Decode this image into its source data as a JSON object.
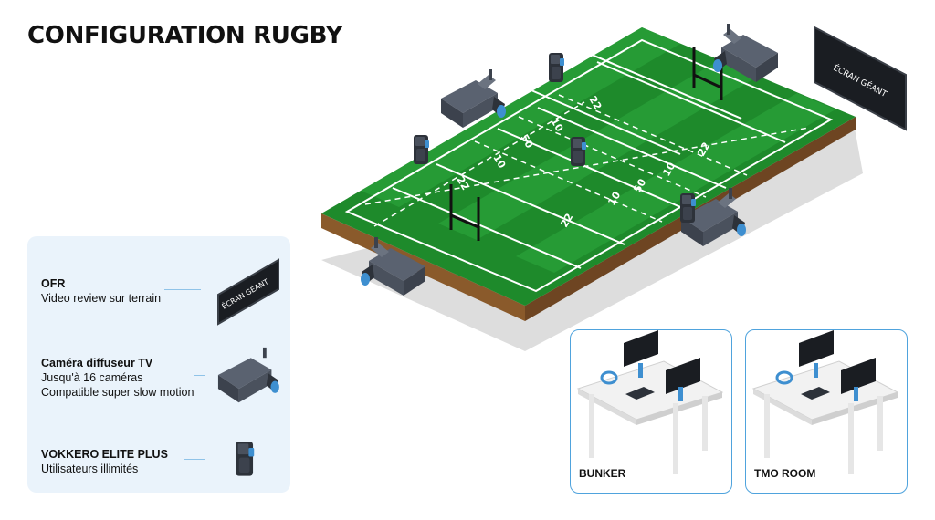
{
  "title": "CONFIGURATION RUGBY",
  "giant_screen_label": "ÉCRAN GÉANT",
  "field_markings": {
    "near_side": [
      "22",
      "10",
      "50",
      "10",
      "22"
    ],
    "far_side": [
      "22",
      "10",
      "50",
      "10",
      "22"
    ]
  },
  "legend": [
    {
      "title": "OFR",
      "lines": [
        "Video review sur terrain"
      ],
      "icon": "giant-screen-icon"
    },
    {
      "title": "Caméra diffuseur TV",
      "lines": [
        "Jusqu'à 16 caméras",
        "Compatible super slow motion"
      ],
      "icon": "tv-camera-icon"
    },
    {
      "title": "VOKKERO ELITE PLUS",
      "lines": [
        "Utilisateurs illimités"
      ],
      "icon": "radio-device-icon"
    }
  ],
  "rooms": [
    {
      "label": "BUNKER"
    },
    {
      "label": "TMO ROOM"
    }
  ],
  "colors": {
    "field_dark": "#1e8a2b",
    "field_light": "#2aa33a",
    "soil": "#8a5a2b",
    "accent_blue": "#4fa3dd",
    "legend_bg": "#eaf3fb"
  }
}
